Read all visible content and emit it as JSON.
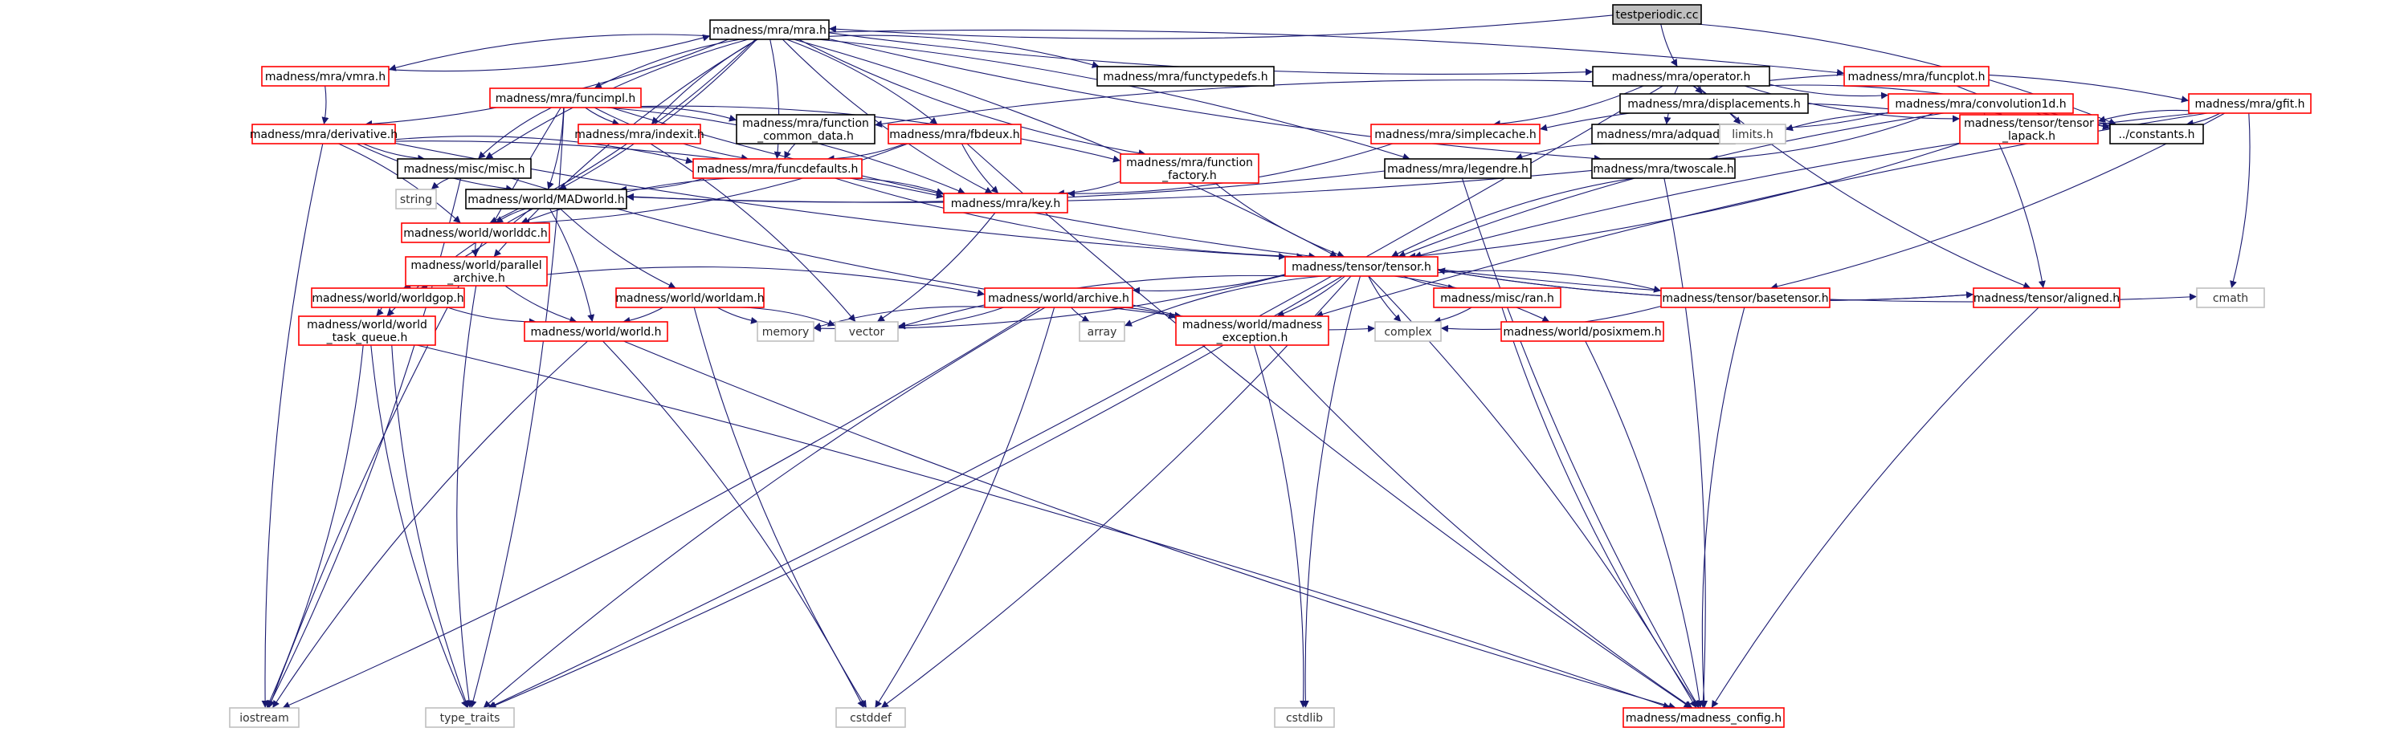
{
  "diagram": {
    "type": "include-dependency-graph",
    "colors": {
      "root_fill": "#bfbfbf",
      "root_border": "#000000",
      "incomplete_border": "#ff0000",
      "complete_border": "#000000",
      "system_border": "#bfbfbf",
      "edge": "#191970"
    },
    "nodes": [
      {
        "id": "testperiodic",
        "label": "testperiodic.cc",
        "kind": "root"
      },
      {
        "id": "mra",
        "label": "madness/mra/mra.h",
        "kind": "complete"
      },
      {
        "id": "vmra",
        "label": "madness/mra/vmra.h",
        "kind": "incomplete"
      },
      {
        "id": "functypedefs",
        "label": "madness/mra/functypedefs.h",
        "kind": "complete"
      },
      {
        "id": "operator",
        "label": "madness/mra/operator.h",
        "kind": "complete"
      },
      {
        "id": "funcplot",
        "label": "madness/mra/funcplot.h",
        "kind": "incomplete"
      },
      {
        "id": "funcimpl",
        "label": "madness/mra/funcimpl.h",
        "kind": "incomplete"
      },
      {
        "id": "displacements",
        "label": "madness/mra/displacements.h",
        "kind": "complete"
      },
      {
        "id": "convolution1d",
        "label": "madness/mra/convolution1d.h",
        "kind": "incomplete"
      },
      {
        "id": "gfit",
        "label": "madness/mra/gfit.h",
        "kind": "incomplete"
      },
      {
        "id": "derivative",
        "label": "madness/mra/derivative.h",
        "kind": "incomplete"
      },
      {
        "id": "indexit",
        "label": "madness/mra/indexit.h",
        "kind": "incomplete"
      },
      {
        "id": "fcommon",
        "label": [
          "madness/mra/function",
          "_common_data.h"
        ],
        "kind": "complete"
      },
      {
        "id": "fbdeux",
        "label": "madness/mra/fbdeux.h",
        "kind": "incomplete"
      },
      {
        "id": "simplecache",
        "label": "madness/mra/simplecache.h",
        "kind": "incomplete"
      },
      {
        "id": "adquad",
        "label": "madness/mra/adquad.h",
        "kind": "complete"
      },
      {
        "id": "limits",
        "label": "limits.h",
        "kind": "system"
      },
      {
        "id": "tlapack",
        "label": [
          "madness/tensor/tensor",
          "_lapack.h"
        ],
        "kind": "incomplete"
      },
      {
        "id": "constants",
        "label": "../constants.h",
        "kind": "complete"
      },
      {
        "id": "misc",
        "label": "madness/misc/misc.h",
        "kind": "complete"
      },
      {
        "id": "funcdefaults",
        "label": "madness/mra/funcdefaults.h",
        "kind": "incomplete"
      },
      {
        "id": "ffactory",
        "label": [
          "madness/mra/function",
          "_factory.h"
        ],
        "kind": "incomplete"
      },
      {
        "id": "legendre",
        "label": "madness/mra/legendre.h",
        "kind": "complete"
      },
      {
        "id": "twoscale",
        "label": "madness/mra/twoscale.h",
        "kind": "complete"
      },
      {
        "id": "string",
        "label": "string",
        "kind": "system"
      },
      {
        "id": "madworld",
        "label": "madness/world/MADworld.h",
        "kind": "complete"
      },
      {
        "id": "key",
        "label": "madness/mra/key.h",
        "kind": "incomplete"
      },
      {
        "id": "worlddc",
        "label": "madness/world/worlddc.h",
        "kind": "incomplete"
      },
      {
        "id": "parchive",
        "label": [
          "madness/world/parallel",
          "_archive.h"
        ],
        "kind": "incomplete"
      },
      {
        "id": "tensor",
        "label": "madness/tensor/tensor.h",
        "kind": "incomplete"
      },
      {
        "id": "worldgop",
        "label": "madness/world/worldgop.h",
        "kind": "incomplete"
      },
      {
        "id": "worldam",
        "label": "madness/world/worldam.h",
        "kind": "incomplete"
      },
      {
        "id": "archive",
        "label": "madness/world/archive.h",
        "kind": "incomplete"
      },
      {
        "id": "ran",
        "label": "madness/misc/ran.h",
        "kind": "incomplete"
      },
      {
        "id": "basetensor",
        "label": "madness/tensor/basetensor.h",
        "kind": "incomplete"
      },
      {
        "id": "aligned",
        "label": "madness/tensor/aligned.h",
        "kind": "incomplete"
      },
      {
        "id": "cmath",
        "label": "cmath",
        "kind": "system"
      },
      {
        "id": "wtq",
        "label": [
          "madness/world/world",
          "_task_queue.h"
        ],
        "kind": "incomplete"
      },
      {
        "id": "world",
        "label": "madness/world/world.h",
        "kind": "incomplete"
      },
      {
        "id": "memory",
        "label": "memory",
        "kind": "system"
      },
      {
        "id": "vector",
        "label": "vector",
        "kind": "system"
      },
      {
        "id": "array",
        "label": "array",
        "kind": "system"
      },
      {
        "id": "mexception",
        "label": [
          "madness/world/madness",
          "_exception.h"
        ],
        "kind": "incomplete"
      },
      {
        "id": "complex",
        "label": "complex",
        "kind": "system"
      },
      {
        "id": "posixmem",
        "label": "madness/world/posixmem.h",
        "kind": "incomplete"
      },
      {
        "id": "iostream",
        "label": "iostream",
        "kind": "system"
      },
      {
        "id": "type_traits",
        "label": "type_traits",
        "kind": "system"
      },
      {
        "id": "cstddef",
        "label": "cstddef",
        "kind": "system"
      },
      {
        "id": "cstdlib",
        "label": "cstdlib",
        "kind": "system"
      },
      {
        "id": "mconfig",
        "label": "madness/madness_config.h",
        "kind": "incomplete"
      }
    ],
    "edges": [
      [
        "testperiodic",
        "mra"
      ],
      [
        "testperiodic",
        "operator"
      ],
      [
        "testperiodic",
        "constants"
      ],
      [
        "mra",
        "vmra"
      ],
      [
        "mra",
        "functypedefs"
      ],
      [
        "mra",
        "operator"
      ],
      [
        "mra",
        "funcplot"
      ],
      [
        "mra",
        "funcimpl"
      ],
      [
        "mra",
        "derivative"
      ],
      [
        "mra",
        "indexit"
      ],
      [
        "mra",
        "fbdeux"
      ],
      [
        "mra",
        "misc"
      ],
      [
        "mra",
        "funcdefaults"
      ],
      [
        "mra",
        "ffactory"
      ],
      [
        "mra",
        "legendre"
      ],
      [
        "mra",
        "twoscale"
      ],
      [
        "mra",
        "madworld"
      ],
      [
        "mra",
        "key"
      ],
      [
        "mra",
        "worlddc"
      ],
      [
        "mra",
        "parchive"
      ],
      [
        "mra",
        "tensor"
      ],
      [
        "vmra",
        "mra"
      ],
      [
        "vmra",
        "derivative"
      ],
      [
        "funcplot",
        "constants"
      ],
      [
        "operator",
        "displacements"
      ],
      [
        "operator",
        "convolution1d"
      ],
      [
        "operator",
        "gfit"
      ],
      [
        "operator",
        "fcommon"
      ],
      [
        "operator",
        "simplecache"
      ],
      [
        "operator",
        "adquad"
      ],
      [
        "operator",
        "limits"
      ],
      [
        "operator",
        "tlapack"
      ],
      [
        "operator",
        "constants"
      ],
      [
        "operator",
        "aligned"
      ],
      [
        "operator",
        "type_traits"
      ],
      [
        "funcimpl",
        "indexit"
      ],
      [
        "funcimpl",
        "fcommon"
      ],
      [
        "funcimpl",
        "funcdefaults"
      ],
      [
        "funcimpl",
        "ffactory"
      ],
      [
        "funcimpl",
        "misc"
      ],
      [
        "funcimpl",
        "key"
      ],
      [
        "funcimpl",
        "tensor"
      ],
      [
        "funcimpl",
        "madworld"
      ],
      [
        "funcimpl",
        "iostream"
      ],
      [
        "funcimpl",
        "type_traits"
      ],
      [
        "convolution1d",
        "simplecache"
      ],
      [
        "convolution1d",
        "adquad"
      ],
      [
        "convolution1d",
        "limits"
      ],
      [
        "convolution1d",
        "tlapack"
      ],
      [
        "convolution1d",
        "constants"
      ],
      [
        "convolution1d",
        "twoscale"
      ],
      [
        "convolution1d",
        "tensor"
      ],
      [
        "convolution1d",
        "aligned"
      ],
      [
        "gfit",
        "tlapack"
      ],
      [
        "gfit",
        "constants"
      ],
      [
        "gfit",
        "tensor"
      ],
      [
        "gfit",
        "basetensor"
      ],
      [
        "gfit",
        "mexception"
      ],
      [
        "gfit",
        "cmath"
      ],
      [
        "derivative",
        "misc"
      ],
      [
        "derivative",
        "funcdefaults"
      ],
      [
        "derivative",
        "madworld"
      ],
      [
        "derivative",
        "worlddc"
      ],
      [
        "derivative",
        "tensor"
      ],
      [
        "derivative",
        "key"
      ],
      [
        "derivative",
        "iostream"
      ],
      [
        "indexit",
        "vector"
      ],
      [
        "fcommon",
        "funcdefaults"
      ],
      [
        "fbdeux",
        "funcdefaults"
      ],
      [
        "fbdeux",
        "key"
      ],
      [
        "fbdeux",
        "worlddc"
      ],
      [
        "fbdeux",
        "mconfig"
      ],
      [
        "simplecache",
        "key"
      ],
      [
        "adquad",
        "legendre"
      ],
      [
        "tlapack",
        "tensor"
      ],
      [
        "misc",
        "string"
      ],
      [
        "misc",
        "iostream"
      ],
      [
        "misc",
        "mexception"
      ],
      [
        "funcdefaults",
        "madworld"
      ],
      [
        "funcdefaults",
        "worlddc"
      ],
      [
        "funcdefaults",
        "key"
      ],
      [
        "funcdefaults",
        "tensor"
      ],
      [
        "ffactory",
        "key"
      ],
      [
        "ffactory",
        "tensor"
      ],
      [
        "legendre",
        "madworld"
      ],
      [
        "legendre",
        "mconfig"
      ],
      [
        "twoscale",
        "madworld"
      ],
      [
        "twoscale",
        "tensor"
      ],
      [
        "twoscale",
        "mconfig"
      ],
      [
        "madworld",
        "worlddc"
      ],
      [
        "madworld",
        "worldgop"
      ],
      [
        "madworld",
        "worldam"
      ],
      [
        "madworld",
        "world"
      ],
      [
        "madworld",
        "wtq"
      ],
      [
        "key",
        "vector"
      ],
      [
        "worlddc",
        "parchive"
      ],
      [
        "parchive",
        "worldgop"
      ],
      [
        "parchive",
        "world"
      ],
      [
        "parchive",
        "archive"
      ],
      [
        "parchive",
        "type_traits"
      ],
      [
        "tensor",
        "memory"
      ],
      [
        "tensor",
        "vector"
      ],
      [
        "tensor",
        "archive"
      ],
      [
        "tensor",
        "array"
      ],
      [
        "tensor",
        "mexception"
      ],
      [
        "tensor",
        "ran"
      ],
      [
        "tensor",
        "basetensor"
      ],
      [
        "tensor",
        "aligned"
      ],
      [
        "tensor",
        "posixmem"
      ],
      [
        "tensor",
        "complex"
      ],
      [
        "tensor",
        "cstddef"
      ],
      [
        "tensor",
        "cstdlib"
      ],
      [
        "tensor",
        "mconfig"
      ],
      [
        "tensor",
        "cmath"
      ],
      [
        "tensor",
        "type_traits"
      ],
      [
        "worldgop",
        "world"
      ],
      [
        "worldgop",
        "wtq"
      ],
      [
        "worldgop",
        "type_traits"
      ],
      [
        "worldam",
        "world"
      ],
      [
        "worldam",
        "memory"
      ],
      [
        "worldam",
        "vector"
      ],
      [
        "worldam",
        "cstddef"
      ],
      [
        "archive",
        "vector"
      ],
      [
        "archive",
        "array"
      ],
      [
        "archive",
        "mexception"
      ],
      [
        "archive",
        "complex"
      ],
      [
        "archive",
        "iostream"
      ],
      [
        "archive",
        "type_traits"
      ],
      [
        "archive",
        "cstddef"
      ],
      [
        "archive",
        "memory"
      ],
      [
        "ran",
        "complex"
      ],
      [
        "ran",
        "mconfig"
      ],
      [
        "basetensor",
        "complex"
      ],
      [
        "basetensor",
        "mconfig"
      ],
      [
        "aligned",
        "tensor"
      ],
      [
        "aligned",
        "mconfig"
      ],
      [
        "wtq",
        "iostream"
      ],
      [
        "wtq",
        "type_traits"
      ],
      [
        "wtq",
        "mconfig"
      ],
      [
        "world",
        "iostream"
      ],
      [
        "world",
        "cstddef"
      ],
      [
        "world",
        "mconfig"
      ],
      [
        "mexception",
        "cstdlib"
      ],
      [
        "mexception",
        "mconfig"
      ],
      [
        "posixmem",
        "mconfig"
      ]
    ]
  }
}
